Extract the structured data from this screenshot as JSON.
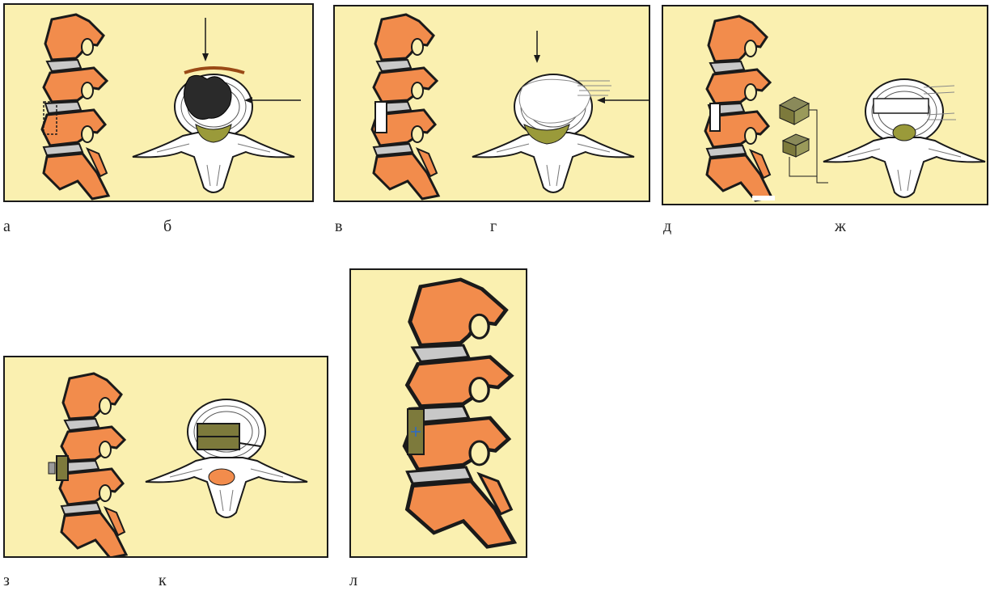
{
  "figure": {
    "labels": [
      "а",
      "б",
      "в",
      "г",
      "д",
      "ж",
      "з",
      "к",
      "л"
    ]
  },
  "colors": {
    "panel_bg": "#faf0b0",
    "vertebra": "#f28c4c",
    "vertebra_light": "#f5a142",
    "disc": "#c8c8c8",
    "canal": "#9a9a3a",
    "implant": "#7d7a3c",
    "outline": "#1a1a1a"
  },
  "icons": [
    "lumbar-spine-sagittal-icon",
    "vertebra-axial-icon",
    "arrow-icon",
    "implant-block-icon"
  ]
}
